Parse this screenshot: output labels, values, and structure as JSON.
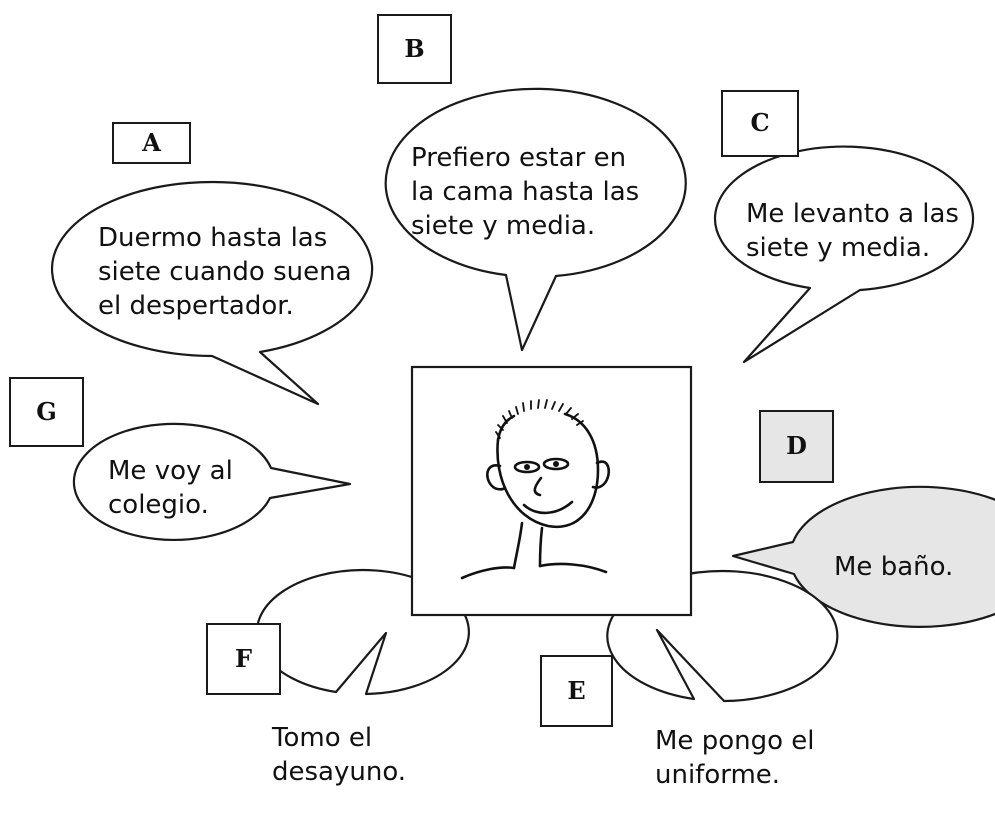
{
  "labels": {
    "a": "A",
    "b": "B",
    "c": "C",
    "d": "D",
    "e": "E",
    "f": "F",
    "g": "G"
  },
  "bubbles": {
    "a": [
      "Duermo hasta las",
      "siete cuando suena",
      "el despertador."
    ],
    "b": [
      "Prefiero estar en",
      "la cama hasta las",
      "siete y media."
    ],
    "c": [
      "Me levanto a las",
      "siete y media."
    ],
    "d": [
      "Me baño."
    ],
    "e": [
      "Me pongo el",
      "uniforme."
    ],
    "f": [
      "Tomo el",
      "desayuno."
    ],
    "g": [
      "Me voy al",
      "colegio."
    ]
  },
  "colors": {
    "shaded_fill": "#e6e6e6",
    "stroke": "#1a1a1a"
  },
  "icons": {
    "portrait": "boy-face-drawing"
  }
}
